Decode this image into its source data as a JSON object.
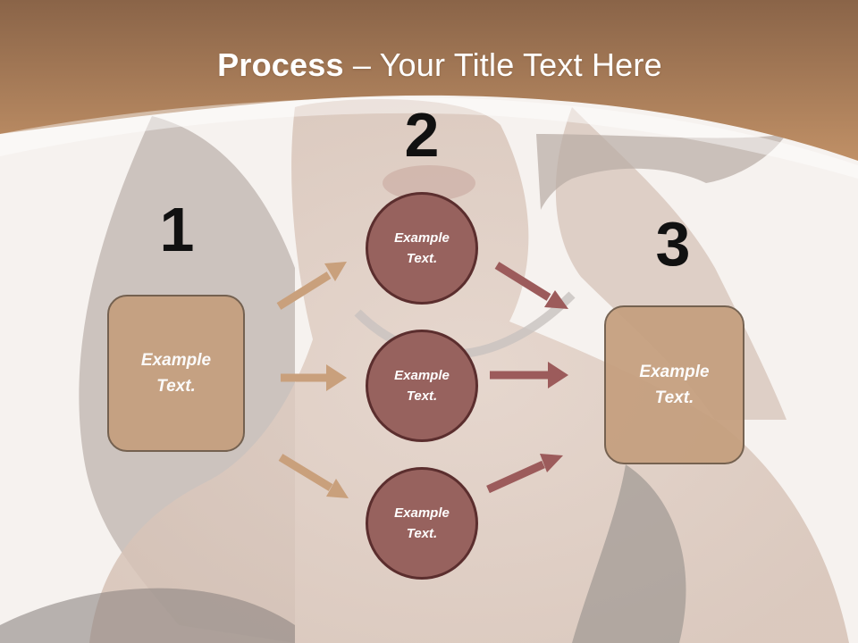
{
  "slide": {
    "title_bold": "Process",
    "title_rest": " – Your Title Text Here"
  },
  "steps": [
    {
      "number": "1",
      "text": "Example Text."
    },
    {
      "number": "2",
      "text": "Example Text."
    },
    {
      "number": "3",
      "text": "Example Text."
    }
  ],
  "circles": [
    {
      "text": "Example Text."
    },
    {
      "text": "Example Text."
    },
    {
      "text": "Example Text."
    }
  ],
  "colors": {
    "header_brown": "#b08257",
    "box_tan": "#c59f7e",
    "circle_mauve": "#97625e",
    "arrow_tan": "#c9a07c",
    "arrow_mauve": "#9c5b5b"
  }
}
